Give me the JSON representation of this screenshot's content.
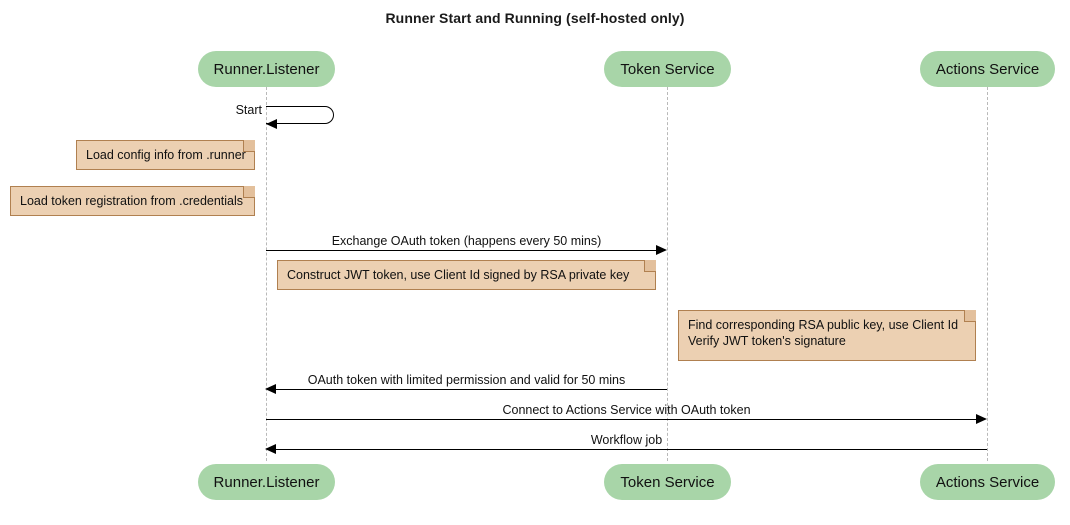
{
  "diagram": {
    "title": "Runner Start and Running (self-hosted only)",
    "type": "sequence-diagram",
    "colors": {
      "participant_fill": "#a8d5a8",
      "note_fill": "#ecd0b2",
      "note_border": "#b08050",
      "lifeline": "#b9b9b9",
      "line": "#000000"
    }
  },
  "participants": [
    {
      "id": "runner-listener",
      "label": "Runner.Listener"
    },
    {
      "id": "token-service",
      "label": "Token Service"
    },
    {
      "id": "actions-service",
      "label": "Actions Service"
    }
  ],
  "participants_bottom": [
    {
      "id": "runner-listener",
      "label": "Runner.Listener"
    },
    {
      "id": "token-service",
      "label": "Token Service"
    },
    {
      "id": "actions-service",
      "label": "Actions Service"
    }
  ],
  "messages": [
    {
      "id": "start",
      "label": "Start",
      "from": "runner-listener",
      "to": "runner-listener",
      "kind": "self",
      "direction": "left"
    },
    {
      "id": "exchange-oauth-token",
      "label": "Exchange OAuth token (happens every 50 mins)",
      "from": "runner-listener",
      "to": "token-service",
      "kind": "sync",
      "direction": "right"
    },
    {
      "id": "oauth-token-response",
      "label": "OAuth token with limited permission and valid for 50 mins",
      "from": "token-service",
      "to": "runner-listener",
      "kind": "sync",
      "direction": "left"
    },
    {
      "id": "connect-to-actions-service",
      "label": "Connect to Actions Service with OAuth token",
      "from": "runner-listener",
      "to": "actions-service",
      "kind": "sync",
      "direction": "right"
    },
    {
      "id": "workflow-job",
      "label": "Workflow job",
      "from": "actions-service",
      "to": "runner-listener",
      "kind": "sync",
      "direction": "left"
    }
  ],
  "notes": [
    {
      "id": "load-config",
      "text": "Load config info from .runner",
      "over": "runner-listener"
    },
    {
      "id": "load-token-registration",
      "text": "Load token registration from .credentials",
      "over": "runner-listener"
    },
    {
      "id": "construct-jwt",
      "text": "Construct JWT token, use Client Id signed by RSA private key",
      "over": "runner-listener"
    },
    {
      "id": "verify-jwt",
      "text": "Find corresponding RSA public key, use Client Id\nVerify JWT token's signature",
      "over": "token-service"
    }
  ]
}
